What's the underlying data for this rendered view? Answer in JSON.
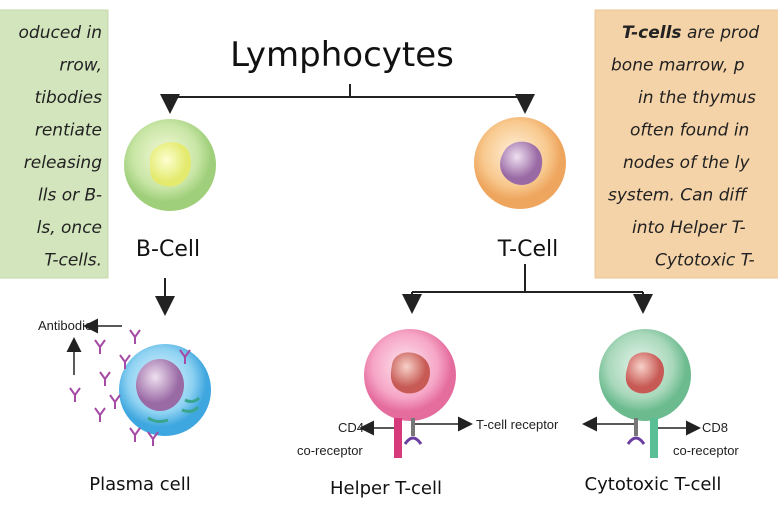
{
  "title": "Lymphocytes",
  "b_cell_box": {
    "lines": [
      "oduced in",
      "rrow,",
      "tibodies",
      "rentiate",
      "releasing",
      "lls or B-",
      "ls, once",
      "T-cells."
    ],
    "color": "#d3e5bd"
  },
  "t_cell_box": {
    "bold_lead": "T-cells",
    "lines": [
      " are prod",
      "bone marrow, p",
      "in the thymus",
      "often found in",
      "nodes of the ly",
      "system. Can diff",
      "into Helper T-",
      "Cytotoxic T-"
    ],
    "color": "#f5d3a8"
  },
  "cells": {
    "b_cell": "B-Cell",
    "t_cell": "T-Cell",
    "plasma_cell": "Plasma cell",
    "helper_t_cell": "Helper T-cell",
    "cytotoxic_t_cell": "Cytotoxic T-cell"
  },
  "annotations": {
    "antibodies": "Antibodies",
    "cd4": "CD4",
    "cd4_coreceptor": "co-receptor",
    "t_cell_receptor": "T-cell receptor",
    "cd8": "CD8",
    "cd8_coreceptor": "co-receptor"
  }
}
